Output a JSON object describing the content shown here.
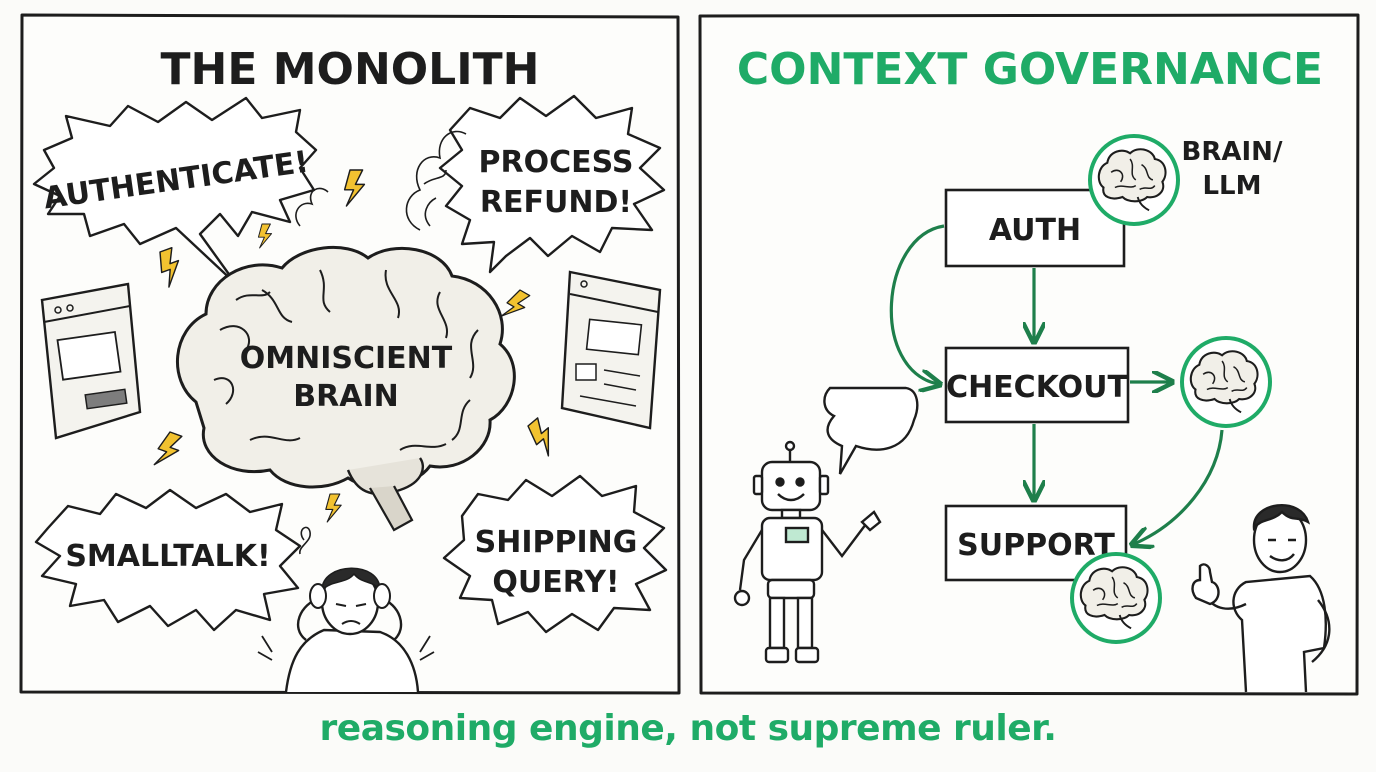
{
  "colors": {
    "ink": "#1d1d1d",
    "accent": "#1fab67",
    "lightning": "#f2c230",
    "paper": "#fbfbf9"
  },
  "left_panel": {
    "title": "THE MONOLITH",
    "brain_label_line1": "OMNISCIENT",
    "brain_label_line2": "BRAIN",
    "bubbles": {
      "authenticate": "AUTHENTICATE!",
      "refund_line1": "PROCESS",
      "refund_line2": "REFUND!",
      "smalltalk": "SMALLTALK!",
      "shipping_line1": "SHIPPING",
      "shipping_line2": "QUERY!"
    },
    "icons": [
      "brain-icon",
      "lightning-icon",
      "smoke-icon",
      "browser-window-icon",
      "stressed-person-icon"
    ]
  },
  "right_panel": {
    "title": "CONTEXT GOVERNANCE",
    "brain_llm_line1": "BRAIN/",
    "brain_llm_line2": "LLM",
    "nodes": {
      "auth": "AUTH",
      "checkout": "CHECKOUT",
      "support": "SUPPORT"
    },
    "icons": [
      "brain-icon",
      "robot-icon",
      "speech-bubble-icon",
      "thumbs-up-person-icon"
    ]
  },
  "caption": "reasoning engine, not supreme ruler."
}
